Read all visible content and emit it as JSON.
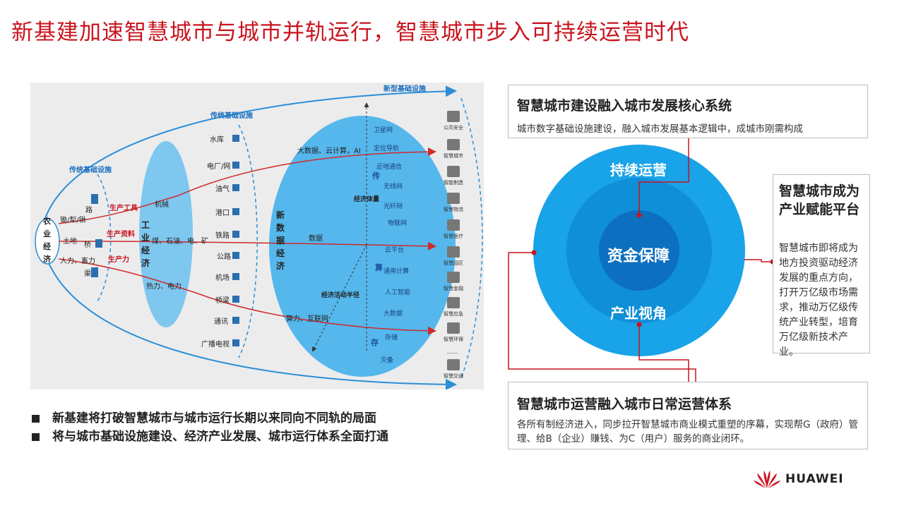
{
  "title": "新基建加速智慧城市与城市并轨运行，智慧城市步入可持续运营时代",
  "diagram": {
    "stage_labels": [
      "传统基础设施",
      "传统基础设施",
      "新型基础设施"
    ],
    "agri": {
      "vertical": [
        "农",
        "业",
        "经",
        "济"
      ],
      "items": [
        "锄/犁/锹",
        "土地",
        "人力、畜力"
      ]
    },
    "factors": [
      "生产工具",
      "生产资料",
      "生产力"
    ],
    "transport": [
      "路",
      "桥",
      "渠"
    ],
    "industrial": {
      "vertical": [
        "工",
        "业",
        "经",
        "济"
      ],
      "items": [
        "机械",
        "煤、石油、电、矿",
        "热力、电力"
      ]
    },
    "infra_items": [
      "水库",
      "电厂/网",
      "油气",
      "港口",
      "铁路",
      "公路",
      "机场",
      "桥梁",
      "通讯",
      "广播电视"
    ],
    "data_econ": {
      "vertical": [
        "新",
        "数",
        "据",
        "经",
        "济"
      ],
      "items": [
        "大数据、云计算，AI",
        "数据",
        "算力、互联网"
      ]
    },
    "axis": {
      "volume": "经济体量",
      "radius": "经济活动半径"
    },
    "chuan": "传",
    "suan": "算",
    "cun": "存",
    "new_items": [
      "卫星网",
      "定位导航",
      "近地通信",
      "无线网",
      "光纤网",
      "物联网",
      "云平台",
      "通用计算",
      "人工智能",
      "大数据",
      "存储",
      "灾备"
    ],
    "city_services": [
      "公共安全",
      "智慧城市",
      "智能制造",
      "智慧物流",
      "智慧医疗",
      "智慧园区",
      "智慧金融",
      "智慧应急",
      "智慧环保",
      "......",
      "智慧交通"
    ]
  },
  "bullets": [
    "新基建将打破智慧城市与城市运行长期以来同向不同轨的局面",
    "将与城市基础设施建设、经济产业发展、城市运行体系全面打通"
  ],
  "circle": {
    "outer_top": "持续运营",
    "center": "资金保障",
    "inner_bottom": "产业视角"
  },
  "box_top": {
    "title": "智慧城市建设融入城市发展核心系统",
    "text": "城市数字基础设施建设，融入城市发展基本逻辑中，成城市刚需构成"
  },
  "box_bottom": {
    "title": "智慧城市运营融入城市日常运营体系",
    "text": "各所有制经济进入，同步拉开智慧城市商业模式重塑的序幕，实现帮G（政府）管理、给B（企业）赚钱、为C（用户）服务的商业闭环。"
  },
  "box_right": {
    "title": "智慧城市成为产业赋能平台",
    "text": "智慧城市即将成为地方投资驱动经济发展的重点方向，打开万亿级市场需求，推动万亿级传统产业转型，培育万亿级新技术产业。"
  },
  "logo": {
    "text": "HUAWEI"
  },
  "colors": {
    "accent_red": "#c8141e",
    "blue_outer": "#19a3e8",
    "blue_mid": "#0f8fd8",
    "blue_inner": "#0d6fc0",
    "diagram_blue": "#55b7ec"
  }
}
